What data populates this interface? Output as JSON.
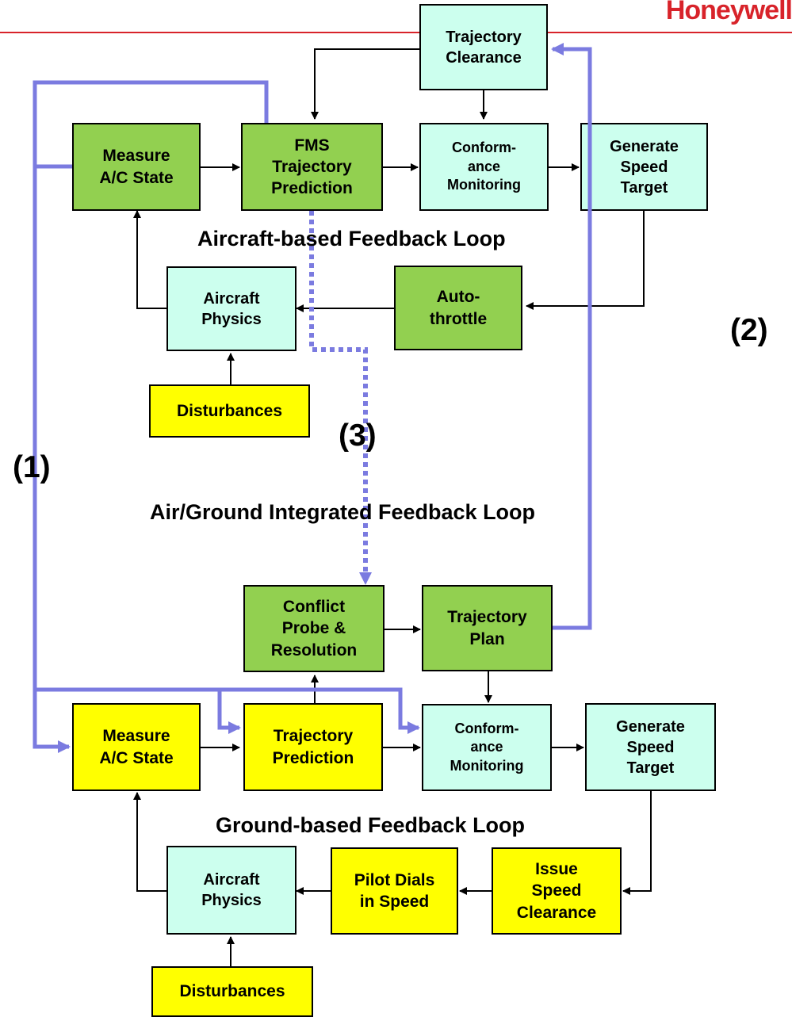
{
  "logo": "Honeywell",
  "boxes": {
    "trajectory_clearance": "Trajectory\nClearance",
    "measure_top": "Measure\nA/C State",
    "fms_prediction": "FMS\nTrajectory\nPrediction",
    "conformance_top": "Conform-\nance\nMonitoring",
    "speed_target_top": "Generate\nSpeed\nTarget",
    "aircraft_physics_top": "Aircraft\nPhysics",
    "autothrottle": "Auto-\nthrottle",
    "disturbances_top": "Disturbances",
    "conflict_probe": "Conflict\nProbe &\nResolution",
    "trajectory_plan": "Trajectory\nPlan",
    "measure_bottom": "Measure\nA/C State",
    "trajectory_prediction": "Trajectory\nPrediction",
    "conformance_bottom": "Conform-\nance\nMonitoring",
    "speed_target_bottom": "Generate\nSpeed\nTarget",
    "aircraft_physics_bottom": "Aircraft\nPhysics",
    "pilot_dials": "Pilot Dials\nin Speed",
    "issue_clearance": "Issue\nSpeed\nClearance",
    "disturbances_bottom": "Disturbances"
  },
  "loops": {
    "aircraft": "Aircraft-based Feedback Loop",
    "integrated": "Air/Ground Integrated Feedback Loop",
    "ground": "Ground-based Feedback Loop"
  },
  "markers": {
    "one": "(1)",
    "two": "(2)",
    "three": "(3)"
  },
  "colors": {
    "aircraft_box": "#92d050",
    "info_box": "#ccffee",
    "ground_box": "#ffff00",
    "loop_line": "#7b7be0",
    "logo": "#d8232a"
  }
}
